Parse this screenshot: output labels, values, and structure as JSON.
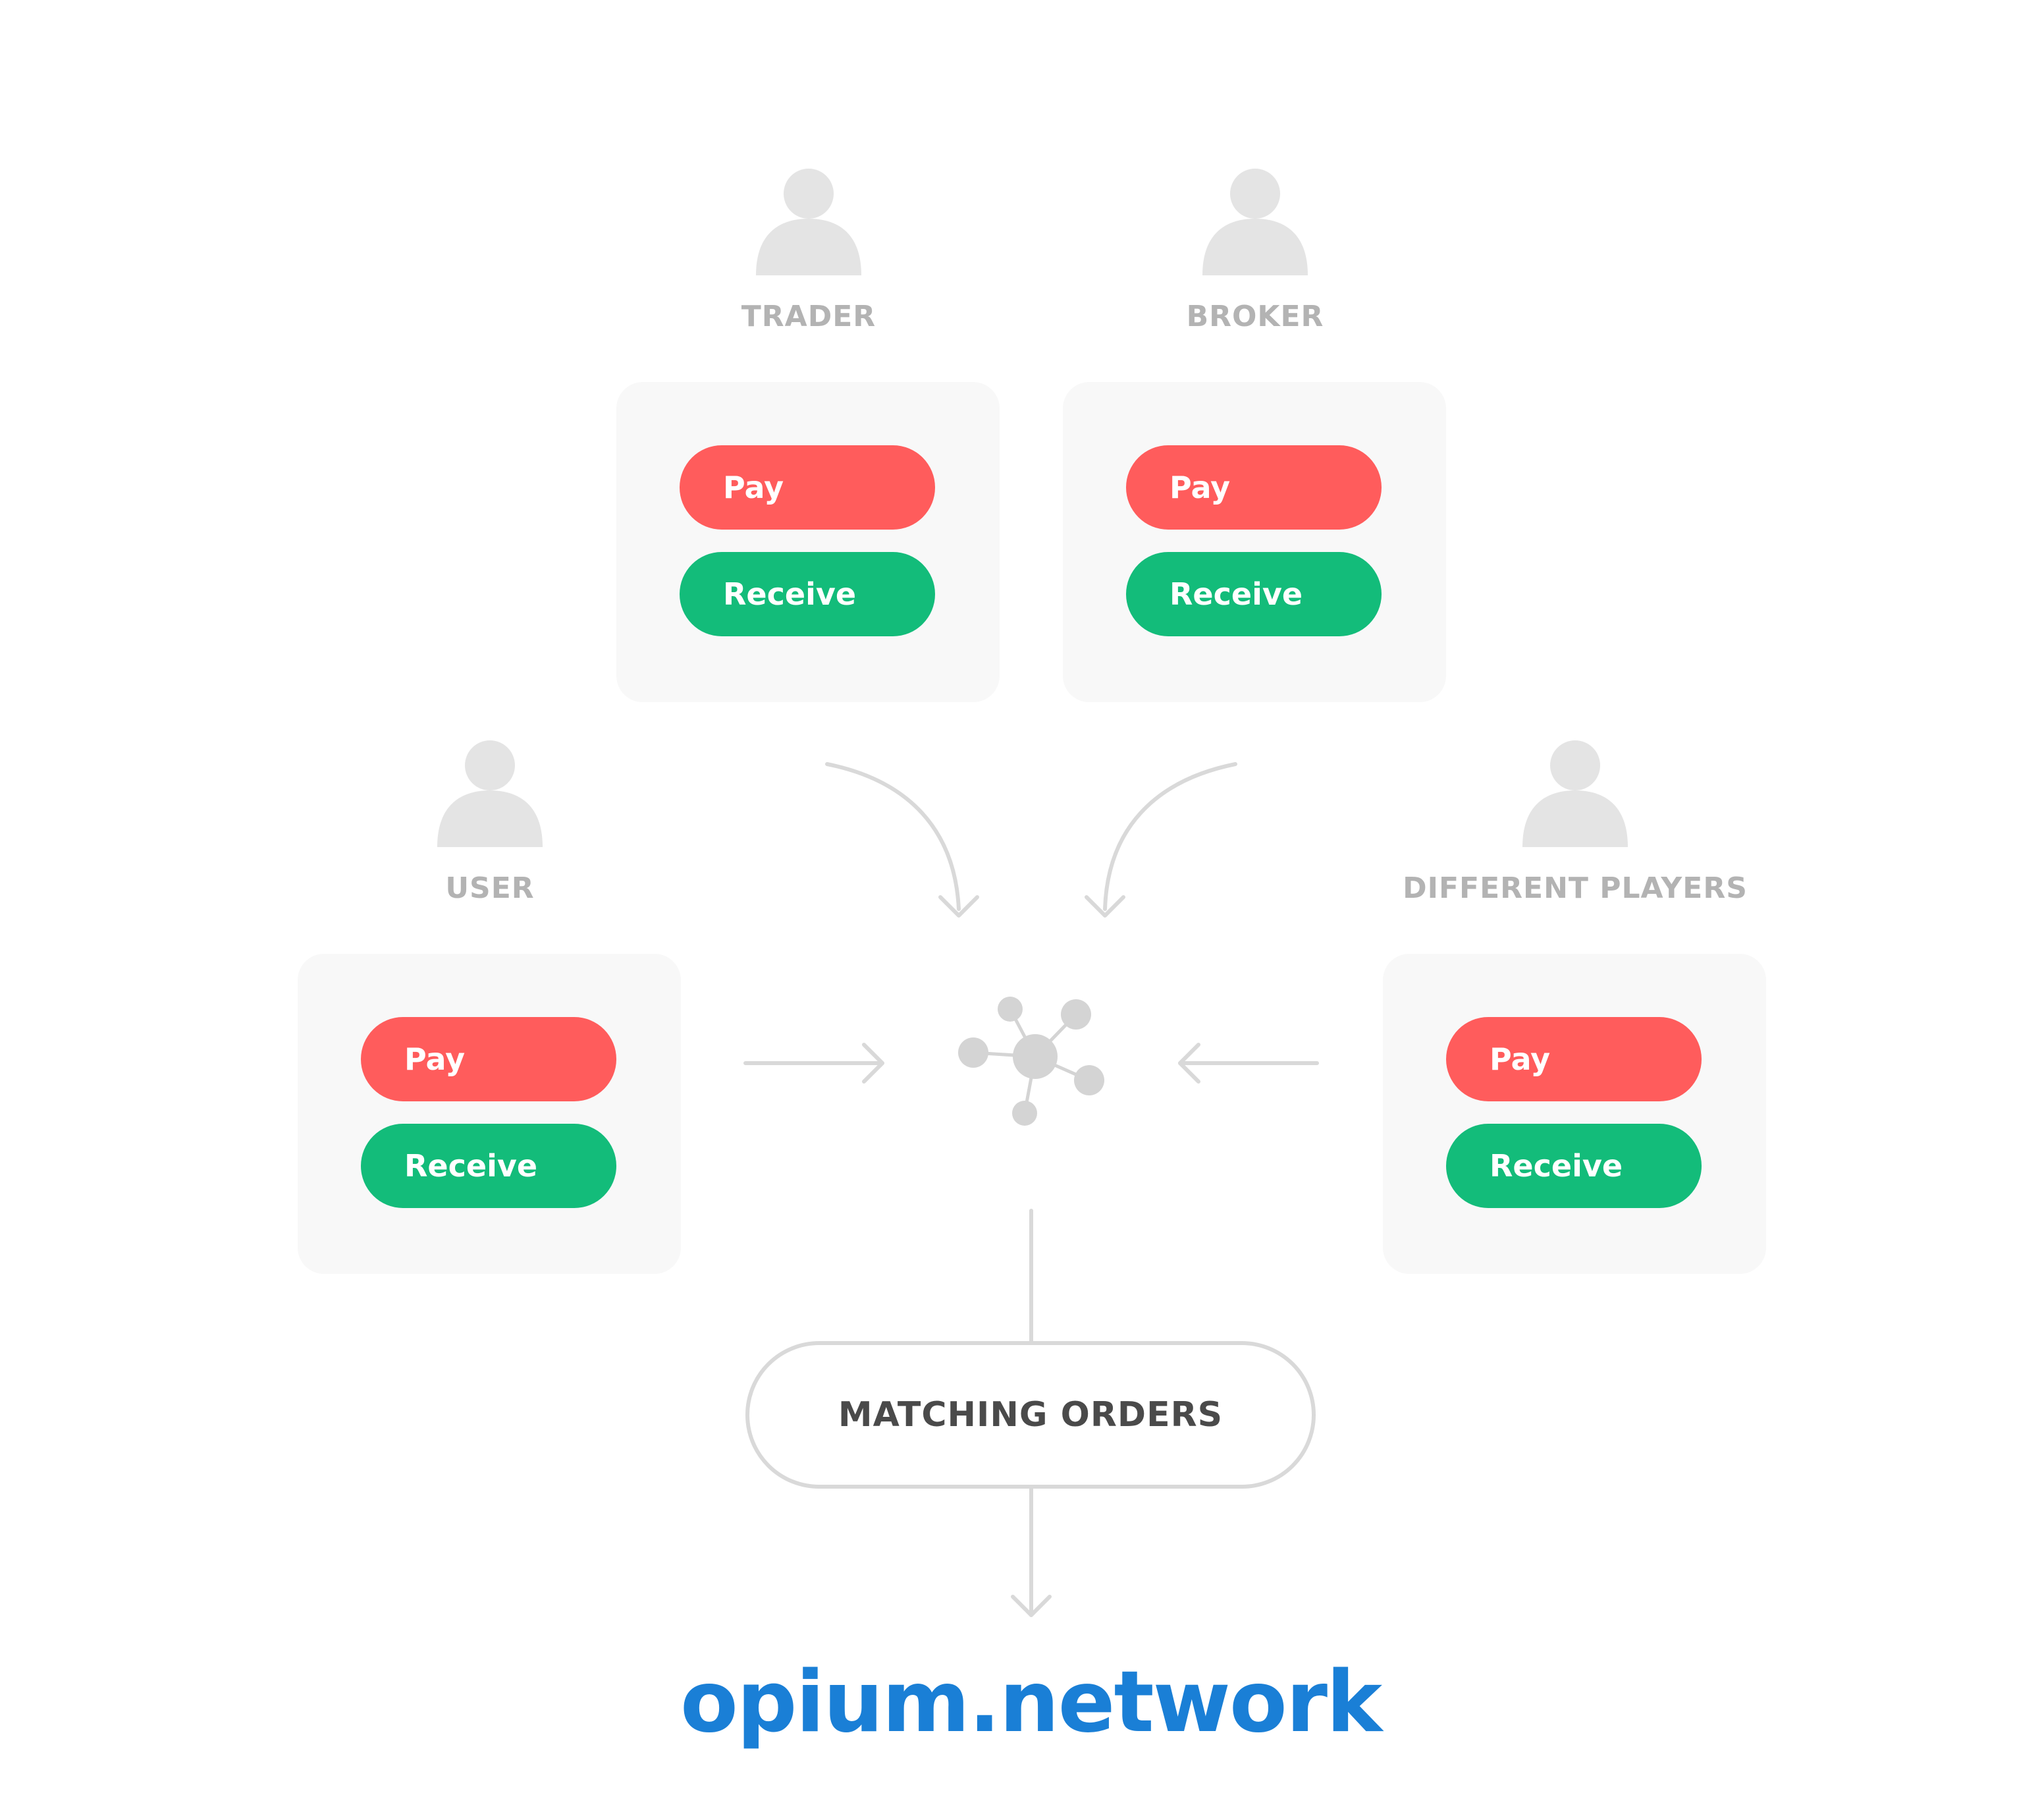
{
  "actors": {
    "trader": {
      "label": "TRADER",
      "pay": "Pay",
      "receive": "Receive"
    },
    "broker": {
      "label": "BROKER",
      "pay": "Pay",
      "receive": "Receive"
    },
    "user": {
      "label": "USER",
      "pay": "Pay",
      "receive": "Receive"
    },
    "different_players": {
      "label": "DIFFERENT PLAYERS",
      "pay": "Pay",
      "receive": "Receive"
    }
  },
  "hub": {
    "icon": "network-hub-icon"
  },
  "matching": {
    "label": "MATCHING ORDERS"
  },
  "logo": {
    "text": "opium.network"
  },
  "colors": {
    "pay": "#ff5c5c",
    "receive": "#13bc7a",
    "card_bg": "#f8f8f8",
    "avatar": "#e4e4e4",
    "label": "#b3b3b3",
    "connector": "#d9d9d9",
    "logo": "#1a7fd6"
  }
}
